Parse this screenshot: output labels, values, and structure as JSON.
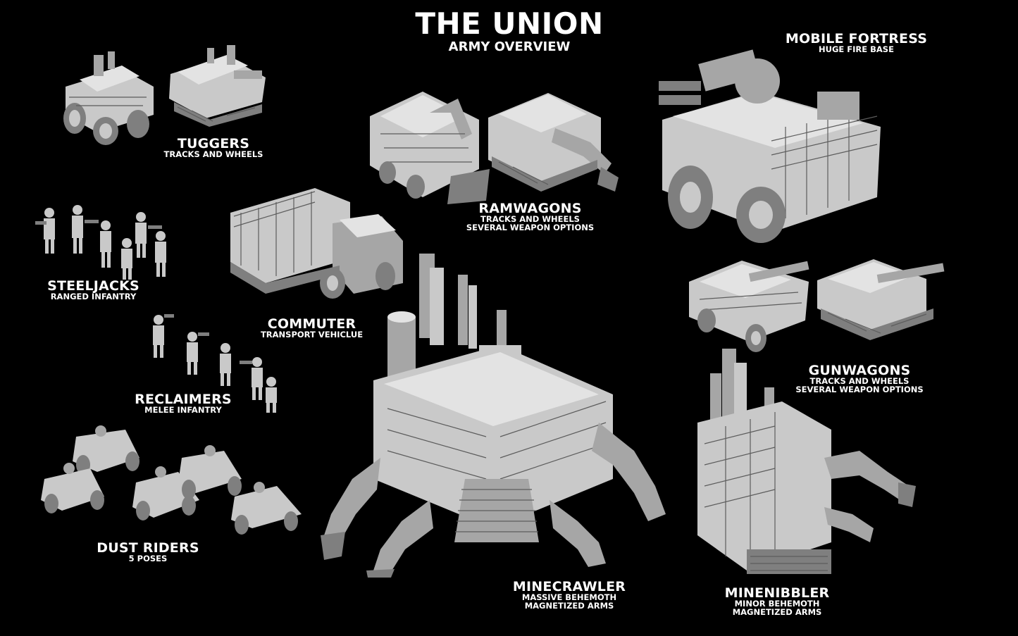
{
  "title": {
    "main": "THE UNION",
    "sub": "ARMY OVERVIEW"
  },
  "units": [
    {
      "name": "TUGGERS",
      "details": [
        "TRACKS AND WHEELS"
      ]
    },
    {
      "name": "RAMWAGONS",
      "details": [
        "TRACKS AND WHEELS",
        "SEVERAL WEAPON OPTIONS"
      ]
    },
    {
      "name": "MOBILE FORTRESS",
      "details": [
        "HUGE FIRE BASE"
      ]
    },
    {
      "name": "STEELJACKS",
      "details": [
        "RANGED INFANTRY"
      ]
    },
    {
      "name": "COMMUTER",
      "details": [
        "TRANSPORT VEHICLUE"
      ]
    },
    {
      "name": "RECLAIMERS",
      "details": [
        "MELEE INFANTRY"
      ]
    },
    {
      "name": "GUNWAGONS",
      "details": [
        "TRACKS AND WHEELS",
        "SEVERAL WEAPON OPTIONS"
      ]
    },
    {
      "name": "DUST RIDERS",
      "details": [
        "5 POSES"
      ]
    },
    {
      "name": "MINECRAWLER",
      "details": [
        "MASSIVE BEHEMOTH",
        "MAGNETIZED ARMS"
      ]
    },
    {
      "name": "MINENIBBLER",
      "details": [
        "MINOR BEHEMOTH",
        "MAGNETIZED ARMS"
      ]
    }
  ],
  "colors": {
    "background": "#000000",
    "text": "#ffffff",
    "miniature": "#c9c9c9"
  }
}
